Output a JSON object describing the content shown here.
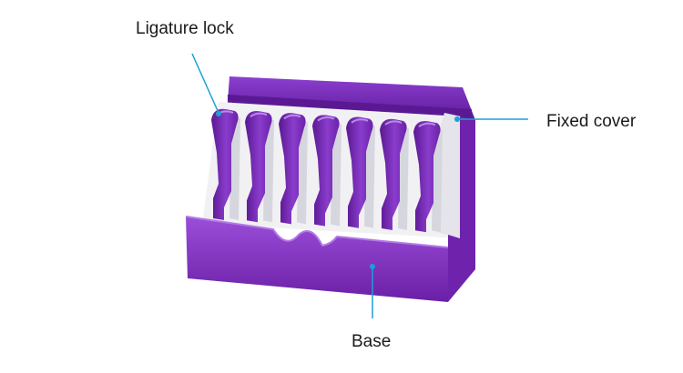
{
  "labels": {
    "ligature_lock": "Ligature lock",
    "fixed_cover": "Fixed cover",
    "base": "Base"
  },
  "colors": {
    "purple_main": "#7a2bb8",
    "purple_dark": "#4f1680",
    "purple_light": "#9a4fd6",
    "cover_white": "#eeeef2",
    "leader_line": "#1aa0d8"
  },
  "lock_count": 7
}
